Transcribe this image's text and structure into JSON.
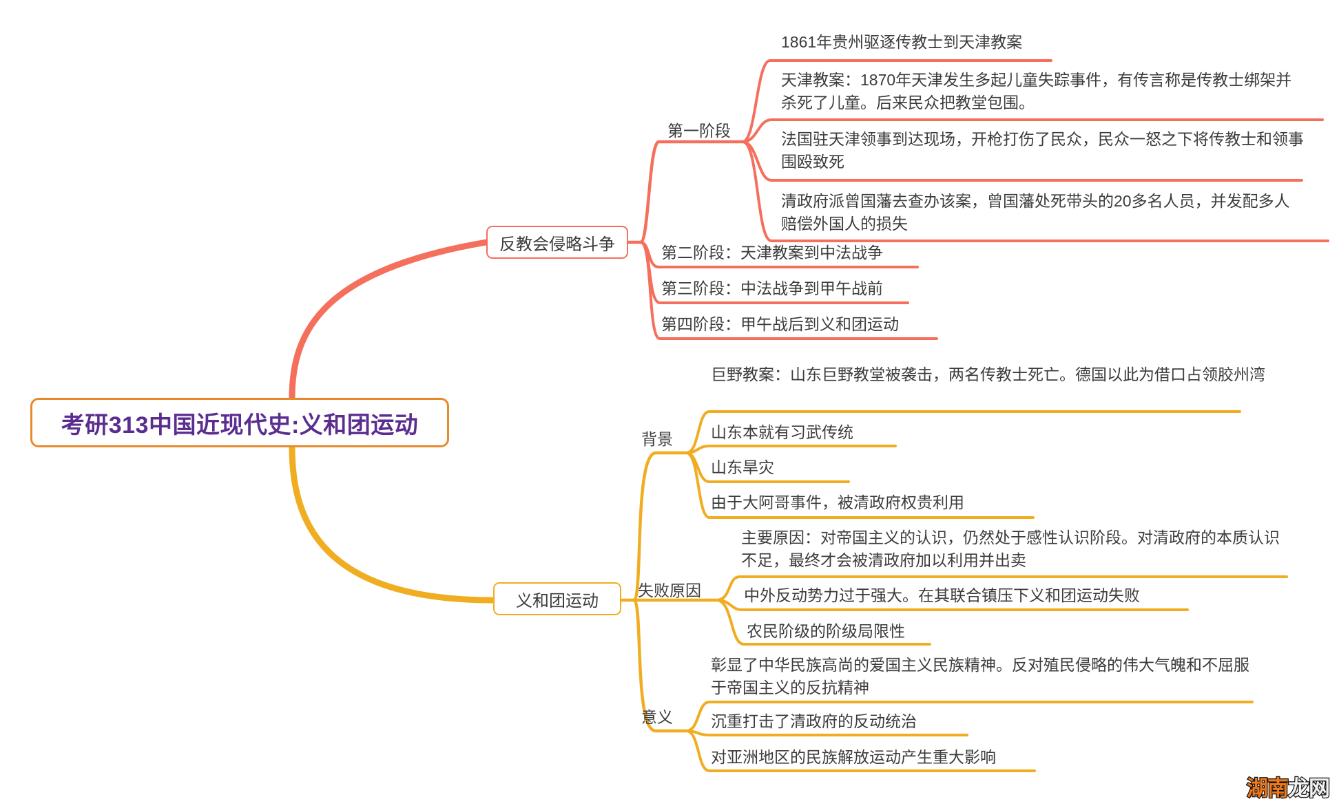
{
  "colors": {
    "root_border": "#e8892b",
    "root_text": "#5b2d90",
    "branch_red": "#f4705c",
    "branch_yellow": "#f0ad21",
    "leaf_text": "#3c3c3c",
    "background": "#ffffff"
  },
  "root": {
    "label": "考研313中国近现代史:义和团运动"
  },
  "branches": [
    {
      "id": "anti-christian-struggle",
      "label": "反教会侵略斗争",
      "color": "#f4705c",
      "children": [
        {
          "label": "第一阶段",
          "leaves": [
            "1861年贵州驱逐传教士到天津教案",
            "天津教案：1870年天津发生多起儿童失踪事件，有传言称是传教士绑架并杀死了儿童。后来民众把教堂包围。",
            "法国驻天津领事到达现场，开枪打伤了民众，民众一怒之下将传教士和领事围殴致死",
            "清政府派曾国藩去查办该案，曾国藩处死带头的20多名人员，并发配多人赔偿外国人的损失"
          ]
        },
        {
          "label": "第二阶段：天津教案到中法战争",
          "leaves": []
        },
        {
          "label": "第三阶段：中法战争到甲午战前",
          "leaves": []
        },
        {
          "label": "第四阶段：甲午战后到义和团运动",
          "leaves": []
        }
      ]
    },
    {
      "id": "yihetuan-movement",
      "label": "义和团运动",
      "color": "#f0ad21",
      "children": [
        {
          "label": "背景",
          "leaves": [
            "巨野教案：山东巨野教堂被袭击，两名传教士死亡。德国以此为借口占领胶州湾",
            "山东本就有习武传统",
            "山东旱灾",
            "由于大阿哥事件，被清政府权贵利用"
          ]
        },
        {
          "label": "失败原因",
          "leaves": [
            "主要原因：对帝国主义的认识，仍然处于感性认识阶段。对清政府的本质认识不足，最终才会被清政府加以利用并出卖",
            "中外反动势力过于强大。在其联合镇压下义和团运动失败",
            "农民阶级的阶级局限性"
          ]
        },
        {
          "label": "意义",
          "leaves": [
            "彰显了中华民族高尚的爱国主义民族精神。反对殖民侵略的伟大气魄和不屈服于帝国主义的反抗精神",
            "沉重打击了清政府的反动统治",
            "对亚洲地区的民族解放运动产生重大影响"
          ]
        }
      ]
    }
  ],
  "watermark": {
    "part1": "湖南",
    "part2": "龙网"
  }
}
